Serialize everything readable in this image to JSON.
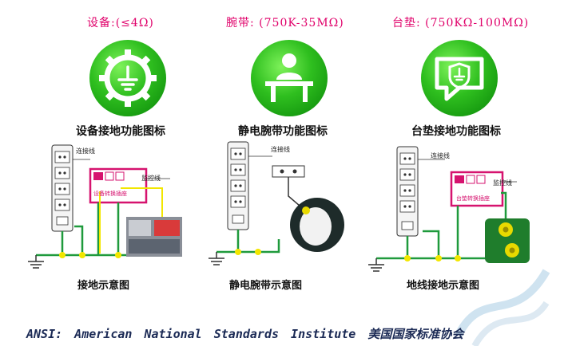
{
  "panels": [
    {
      "header": "设备:(≤4Ω)",
      "title": "设备接地功能图标",
      "caption": "接地示意图",
      "connector_label": "连接线",
      "monitor_label": "监控线",
      "converter_label": "设备转换插座"
    },
    {
      "header": "腕带: (750K-35MΩ)",
      "title": "静电腕带功能图标",
      "caption": "静电腕带示意图",
      "connector_label": "连接线"
    },
    {
      "header": "台垫: (750KΩ-100MΩ)",
      "title": "台垫接地功能图标",
      "caption": "地线接地示意图",
      "connector_label": "连接线",
      "monitor_label": "监控线",
      "converter_label": "台垫转换插座"
    }
  ],
  "footer": "ANSI: American National Standards Institute 美国国家标准协会",
  "colors": {
    "accent_green": "#2fbf1f",
    "wire_green": "#1f9a3c",
    "header_pink": "#e0006a",
    "socket_pink": "#d6136f",
    "node_yellow": "#f2e600"
  },
  "icons": [
    "ground-gear-icon",
    "desk-worker-icon",
    "shield-ground-icon"
  ]
}
